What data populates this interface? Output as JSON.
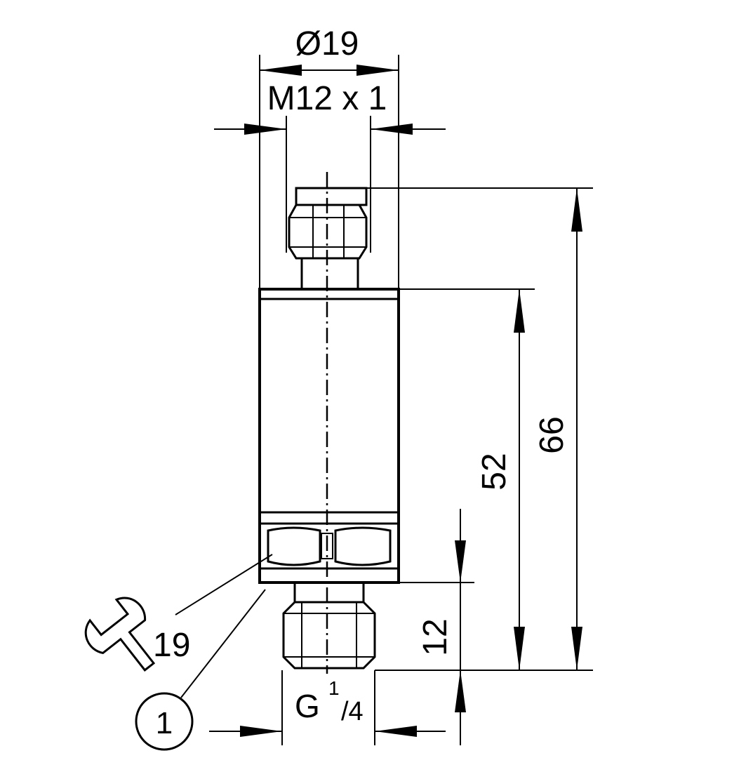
{
  "dimensions": {
    "diameter": "Ø19",
    "top_thread": "M12 x 1",
    "total_height": "66",
    "body_height": "52",
    "thread_length": "12",
    "wrench_size": "19"
  },
  "process_thread": {
    "prefix": "G",
    "numerator": "1",
    "denominator": "/4"
  },
  "callout": {
    "number": "1"
  },
  "icons": {
    "wrench": "wrench-icon"
  }
}
